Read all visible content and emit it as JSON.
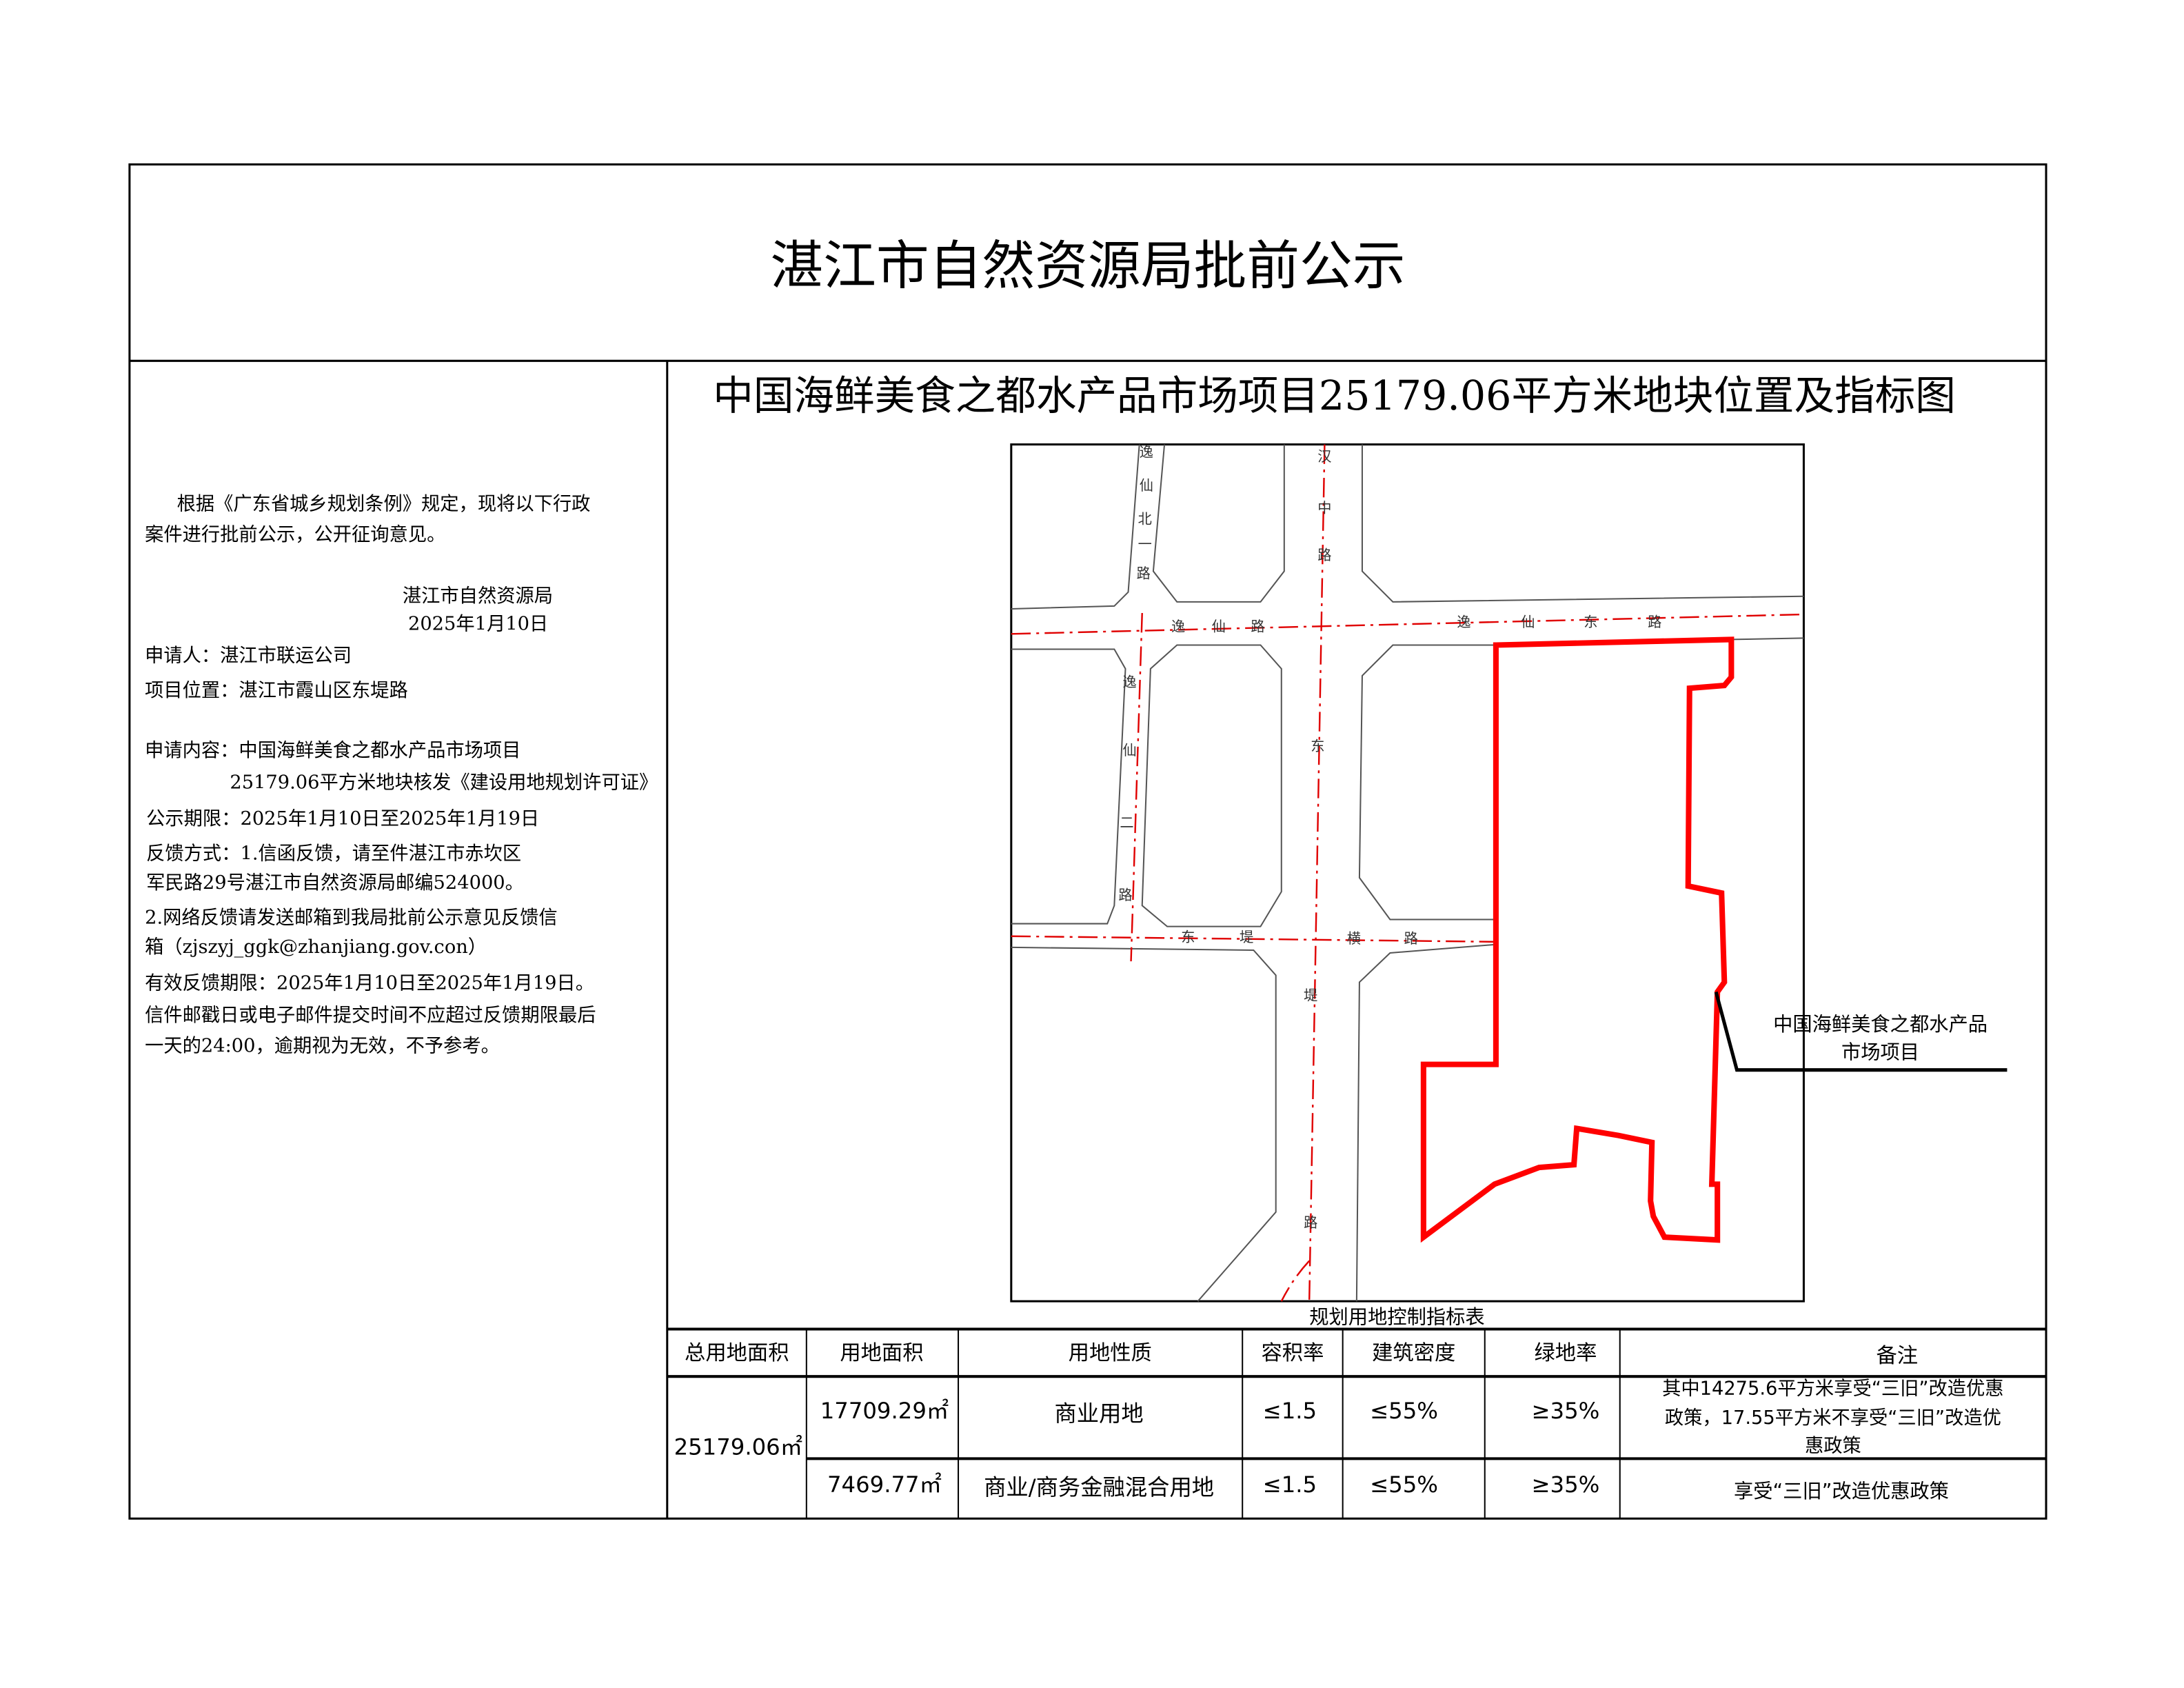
{
  "header": {
    "title": "湛江市自然资源局批前公示"
  },
  "notice": {
    "intro_line1": "根据《广东省城乡规划条例》规定，现将以下行政",
    "intro_line2": "案件进行批前公示，公开征询意见。",
    "issuer": "湛江市自然资源局",
    "issue_date": "2025年1月10日",
    "applicant": "申请人：湛江市联运公司",
    "location": "项目位置：湛江市霞山区东堤路",
    "content_line1": "申请内容：中国海鲜美食之都水产品市场项目",
    "content_line2": "25179.06平方米地块核发《建设用地规划许可证》",
    "period": "公示期限：2025年1月10日至2025年1月19日",
    "feedback_line1": "反馈方式：1.信函反馈，请至件湛江市赤坎区",
    "feedback_line2": "军民路29号湛江市自然资源局邮编524000。",
    "feedback_line3": "2.网络反馈请发送邮箱到我局批前公示意见反馈信",
    "feedback_line4": "箱（zjszyj_ggk@zhanjiang.gov.con）",
    "valid_line1": "有效反馈期限：2025年1月10日至2025年1月19日。",
    "valid_line2": "信件邮戳日或电子邮件提交时间不应超过反馈期限最后",
    "valid_line3": "一天的24:00，逾期视为无效，不予参考。"
  },
  "map": {
    "title": "中国海鲜美食之都水产品市场项目25179.06平方米地块位置及指标图",
    "roads": {
      "yixian_bei_yi": [
        "逸",
        "仙",
        "北",
        "一",
        "路"
      ],
      "hanzhong": [
        "汉",
        "中",
        "路"
      ],
      "yixian": [
        "逸",
        "仙",
        "路"
      ],
      "yixian_dong": [
        "逸",
        "仙",
        "东",
        "路"
      ],
      "yixian_er": [
        "逸",
        "仙",
        "二",
        "路"
      ],
      "dongdi": [
        "东",
        "堤",
        "路"
      ],
      "dongdi_heng": [
        "东",
        "堤",
        "横",
        "路"
      ]
    },
    "project_label_line1": "中国海鲜美食之都水产品",
    "project_label_line2": "市场项目",
    "parcel_color": "#ff0000",
    "centerline_color": "#e00000"
  },
  "table": {
    "caption": "规划用地控制指标表",
    "headers": [
      "总用地面积",
      "用地面积",
      "用地性质",
      "容积率",
      "建筑密度",
      "绿地率",
      "备注"
    ],
    "total_area": "25179.06㎡",
    "rows": [
      {
        "area": "17709.29㎡",
        "use": "商业用地",
        "far": "≤1.5",
        "density": "≤55%",
        "green": "≥35%",
        "note_line1": "其中14275.6平方米享受“三旧”改造优惠",
        "note_line2": "政策，17.55平方米不享受“三旧”改造优",
        "note_line3": "惠政策"
      },
      {
        "area": "7469.77㎡",
        "use": "商业/商务金融混合用地",
        "far": "≤1.5",
        "density": "≤55%",
        "green": "≥35%",
        "note_line1": "享受“三旧”改造优惠政策"
      }
    ]
  }
}
